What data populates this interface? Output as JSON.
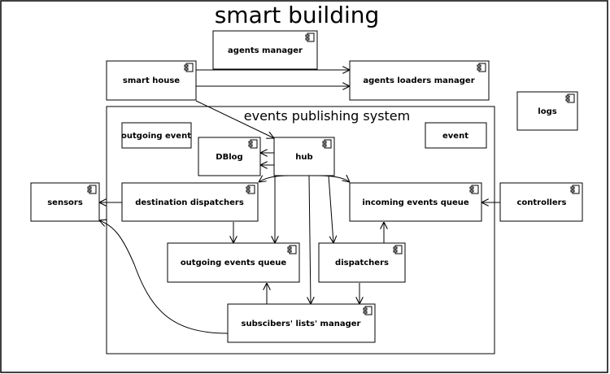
{
  "diagram": {
    "title": "smart building",
    "frame_title": "events publishing system",
    "components": {
      "agents_manager": "agents manager",
      "smart_house": "smart house",
      "agents_loaders_manager": "agents loaders manager",
      "logs": "logs",
      "outgoing_event": "outgoing event",
      "event": "event",
      "dblog": "DBlog",
      "hub": "hub",
      "sensors": "sensors",
      "destination_dispatchers": "destination dispatchers",
      "incoming_events_queue": "incoming events queue",
      "controllers": "controllers",
      "outgoing_events_queue": "outgoing events queue",
      "dispatchers": "dispatchers",
      "subscribers_lists_manager": "subscibers' lists' manager"
    },
    "line_color": "#000000",
    "background": "#ffffff"
  }
}
